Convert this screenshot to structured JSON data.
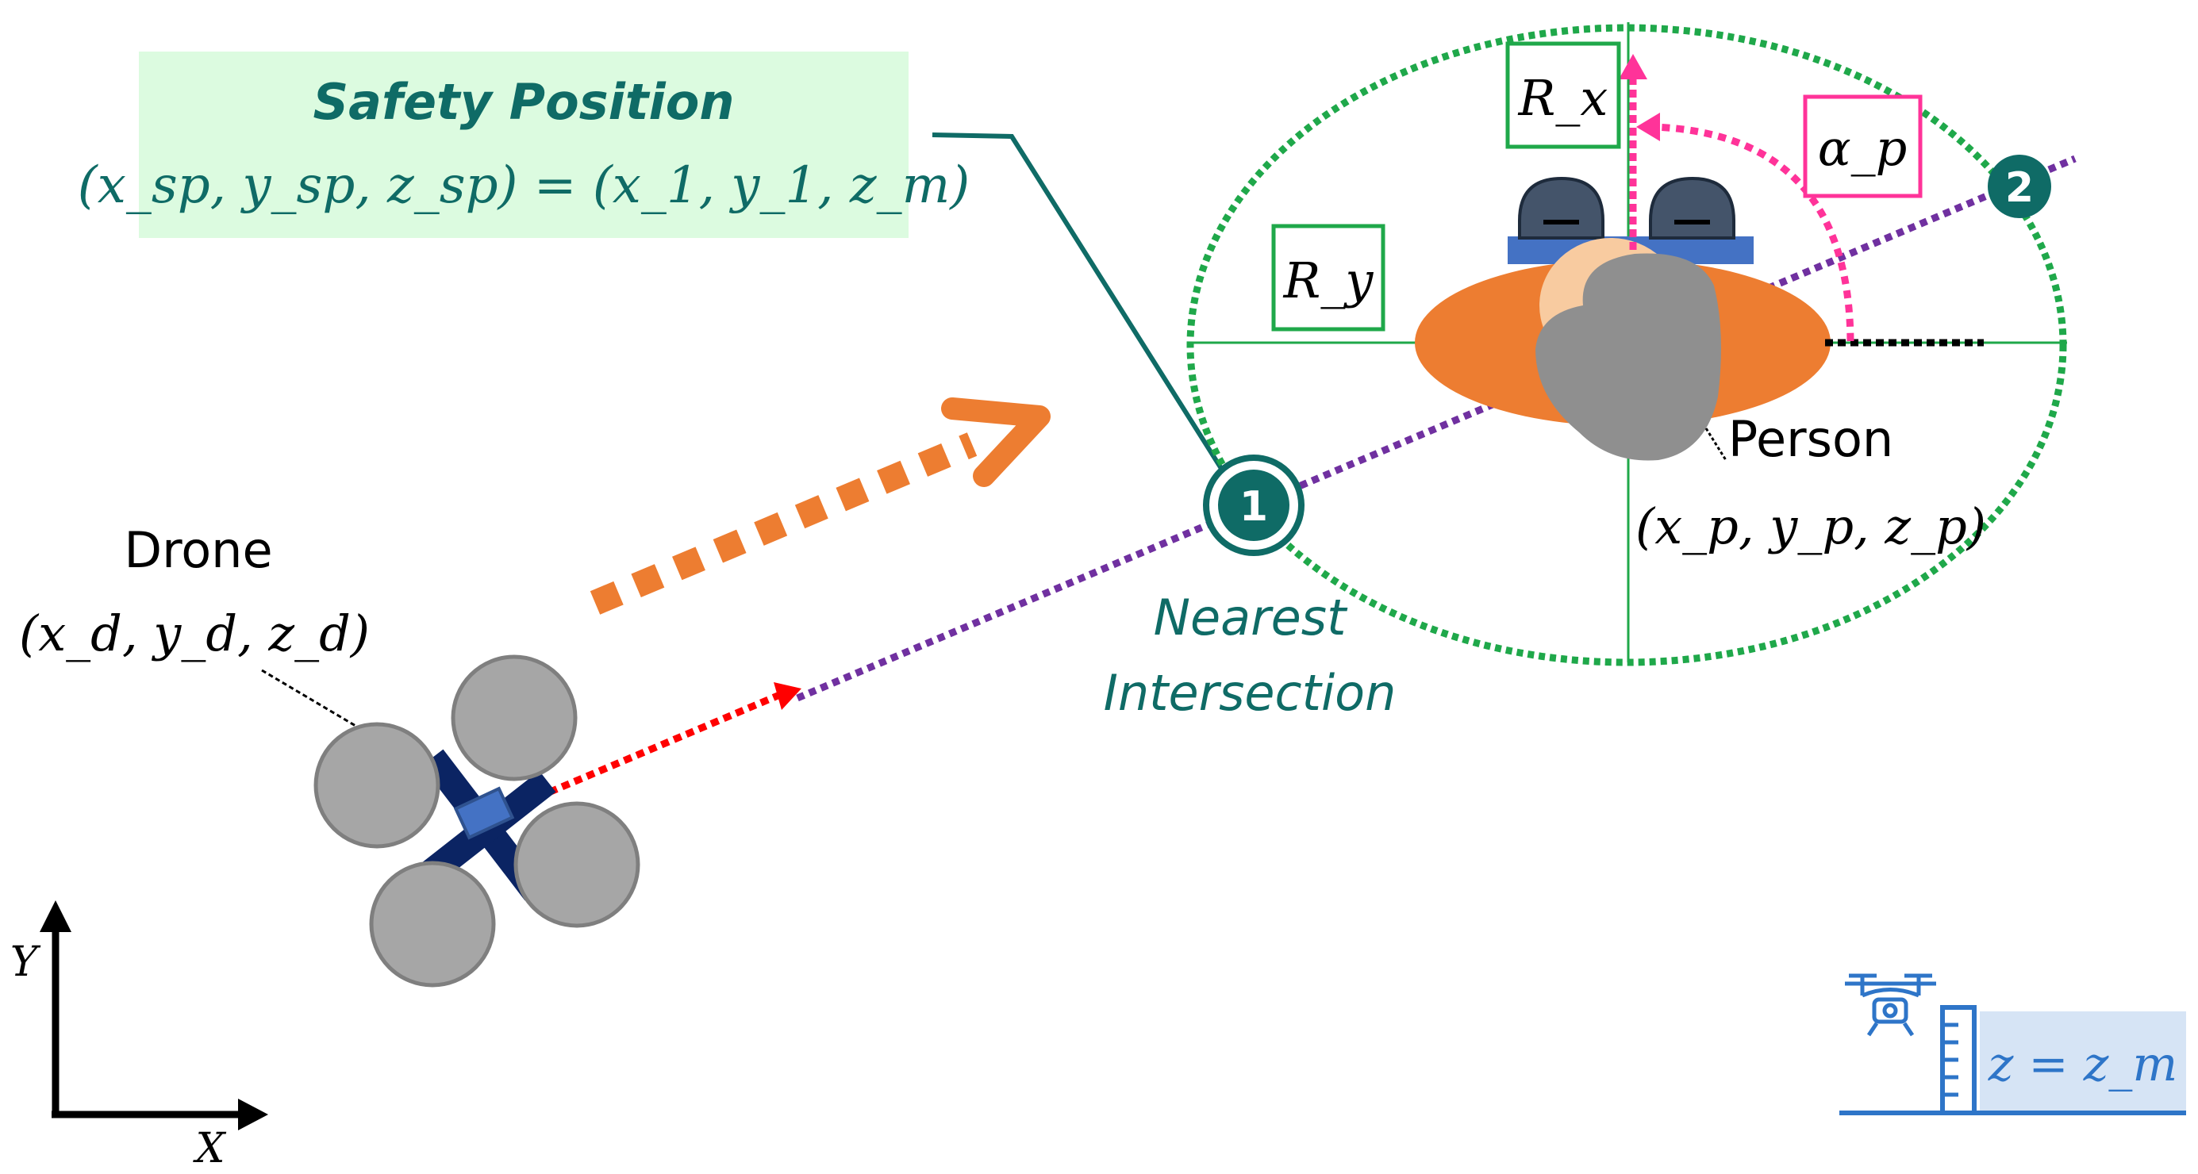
{
  "safety_box": {
    "title": "Safety Position",
    "formula": "(x_sp, y_sp, z_sp) = (x_1, y_1, z_m)"
  },
  "drone": {
    "label": "Drone",
    "coords": "(x_d, y_d, z_d)"
  },
  "person": {
    "label": "Person",
    "coords": "(x_p, y_p, z_p)"
  },
  "symbols": {
    "rx": "R_x",
    "ry": "R_y",
    "alpha": "α_p"
  },
  "intersections": {
    "marker1": "1",
    "marker2": "2",
    "nearest_line1": "Nearest",
    "nearest_line2": "Intersection"
  },
  "axes": {
    "x": "X",
    "y": "Y"
  },
  "altitude": {
    "label": "z = z_m"
  },
  "colors": {
    "teal": "#0f6b66",
    "green": "#1fa84a",
    "purple": "#7030a0",
    "orange": "#ed7d31",
    "pink": "#ff3399",
    "red": "#ff0000",
    "blue": "#4472c4",
    "navy": "#0b2463",
    "gray": "#a6a6a6",
    "safety_bg": "#dcfbe0"
  }
}
